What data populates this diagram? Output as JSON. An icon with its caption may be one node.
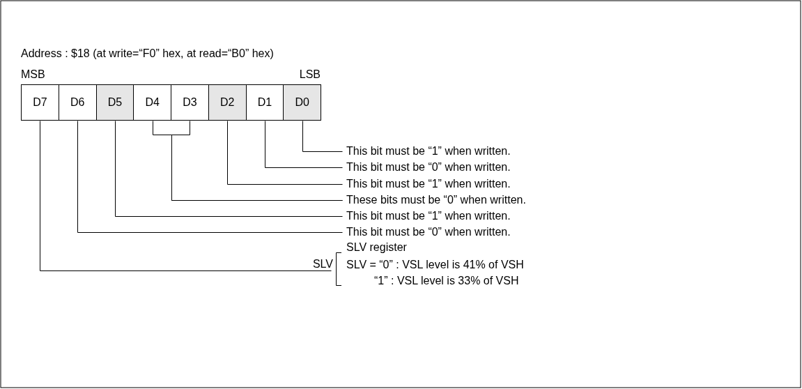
{
  "diagram": {
    "title": "Address : $18 (at write=“F0” hex, at read=“B0” hex)",
    "nodes": [
      {
        "text": [
          "D7"
        ]
      },
      {
        "text": [
          "D6"
        ]
      },
      {
        "text": [
          "D5"
        ]
      },
      {
        "text": [
          "D4"
        ]
      },
      {
        "text": [
          "D3"
        ]
      },
      {
        "text": [
          "D2"
        ]
      },
      {
        "text": [
          "D1"
        ]
      },
      {
        "text": [
          "D0"
        ]
      },
      {
        "text": [
          "This bit must be “1” when written."
        ]
      },
      {
        "text": [
          "This bit must be “0” when written."
        ]
      },
      {
        "text": [
          "This bit must be “1” when written."
        ]
      },
      {
        "text": [
          "These bits must be “0” when written."
        ]
      },
      {
        "text": [
          "This bit must be “1” when written."
        ]
      },
      {
        "text": [
          "This bit must be “0” when written."
        ]
      },
      {
        "text": [
          "SLV register",
          "SLV = “0” : VSL level is 41% of VSH",
          "“1” : VSL level is 33% of VSH"
        ],
        "beside": [
          "SLV"
        ]
      }
    ],
    "edges": [
      {
        "from": 7,
        "to": 8,
        "arrow": "none"
      },
      {
        "from": 6,
        "to": 9,
        "arrow": "none"
      },
      {
        "from": 5,
        "to": 10,
        "arrow": "none"
      },
      {
        "from": 3,
        "to": 11,
        "arrow": "none"
      },
      {
        "from": 4,
        "to": 11,
        "arrow": "none"
      },
      {
        "from": 2,
        "to": 12,
        "arrow": "none"
      },
      {
        "from": 1,
        "to": 13,
        "arrow": "none"
      },
      {
        "from": 0,
        "to": 14,
        "arrow": "none"
      }
    ],
    "labels": [
      "MSB",
      "LSB"
    ]
  }
}
